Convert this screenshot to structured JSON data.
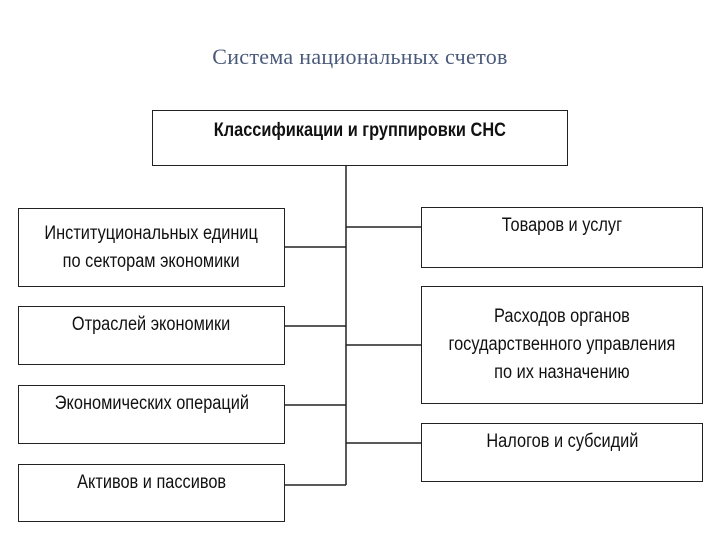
{
  "title": "Система национальных счетов",
  "root": "Классификации и группировки СНС",
  "left_items": [
    "Институциональных единиц\nпо секторам экономики",
    "Отраслей экономики",
    "Экономических операций",
    "Активов и пассивов"
  ],
  "right_items": [
    "Товаров и услуг",
    "Расходов органов\nгосударственного управления\nпо их назначению",
    "Налогов и субсидий"
  ]
}
